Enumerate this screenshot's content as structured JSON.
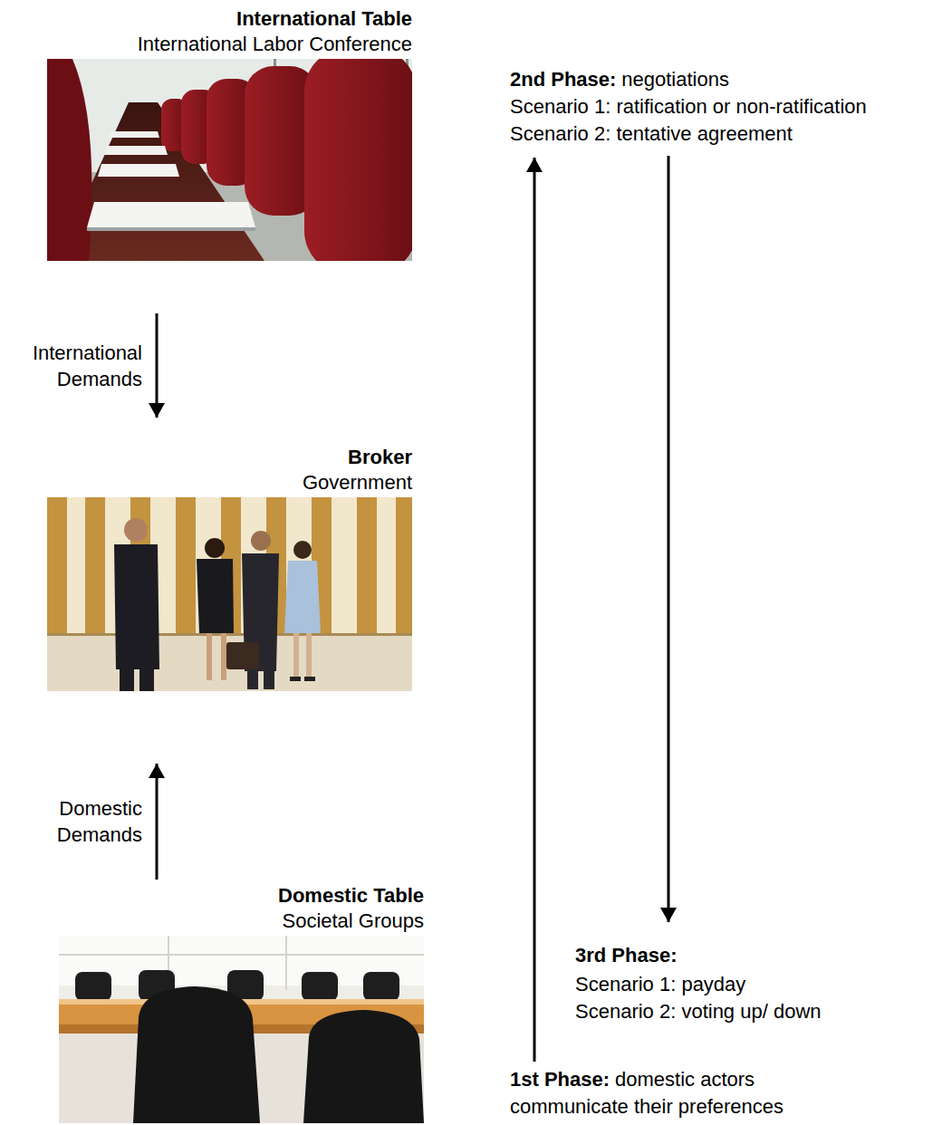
{
  "diagram": {
    "nodes": [
      {
        "text": [
          "International Table",
          "International Labor Conference"
        ]
      },
      {
        "text": [
          "Broker",
          "Government"
        ]
      },
      {
        "text": [
          "Domestic Table",
          "Societal Groups"
        ]
      }
    ],
    "edges": [
      {
        "from": 0,
        "to": 1,
        "arrow": "to",
        "label": "International Demands"
      },
      {
        "from": 2,
        "to": 1,
        "arrow": "to",
        "label": "Domestic Demands"
      }
    ],
    "labels": [
      "2nd Phase:",
      "negotiations",
      "Scenario 1: ratification or non-ratification",
      "Scenario 2: tentative agreement",
      "3rd Phase:",
      "Scenario 1: payday",
      "Scenario 2: voting up/ down",
      "1st Phase:",
      "domestic actors communicate their preferences"
    ]
  }
}
